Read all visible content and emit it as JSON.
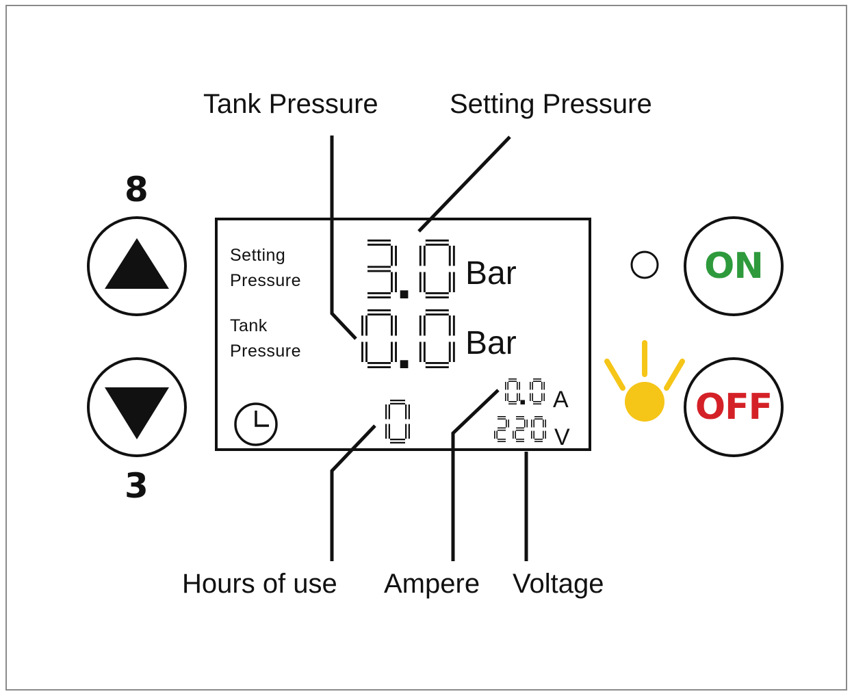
{
  "callouts": {
    "tank_pressure": "Tank Pressure",
    "setting_pressure": "Setting Pressure",
    "hours_of_use": "Hours of use",
    "ampere": "Ampere",
    "voltage": "Voltage"
  },
  "up_button": {
    "label": "8",
    "icon": "triangle-up-icon"
  },
  "down_button": {
    "label": "3",
    "icon": "triangle-down-icon"
  },
  "lcd": {
    "setting_label": [
      "Setting",
      "Pressure"
    ],
    "tank_label": [
      "Tank",
      "Pressure"
    ],
    "setting_value": "3.0",
    "setting_unit": "Bar",
    "tank_value": "0.0",
    "tank_unit": "Bar",
    "hours_value": "0",
    "hours_icon": "clock-icon",
    "ampere_value": "0.0",
    "ampere_unit": "A",
    "voltage_value": "220",
    "voltage_unit": "V"
  },
  "on_button": {
    "label": "ON",
    "color": "#2e9a3c"
  },
  "off_button": {
    "label": "OFF",
    "color": "#d42127"
  },
  "indicators": {
    "on_led": {
      "icon": "led-indicator-icon",
      "lit": false
    },
    "off_led": {
      "icon": "led-lit-icon",
      "lit": true,
      "color": "#f5c518"
    }
  },
  "colors": {
    "line": "#111111",
    "frame": "#8a8a8a"
  }
}
